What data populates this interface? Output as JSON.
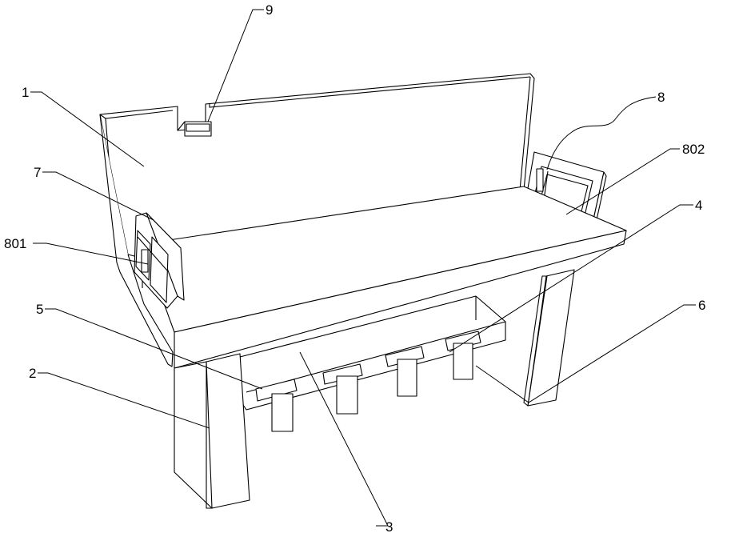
{
  "callouts": {
    "c1": "1",
    "c2": "2",
    "c3": "3",
    "c4": "4",
    "c5": "5",
    "c6": "6",
    "c7": "7",
    "c8": "8",
    "c9": "9",
    "c801": "801",
    "c802": "802"
  }
}
